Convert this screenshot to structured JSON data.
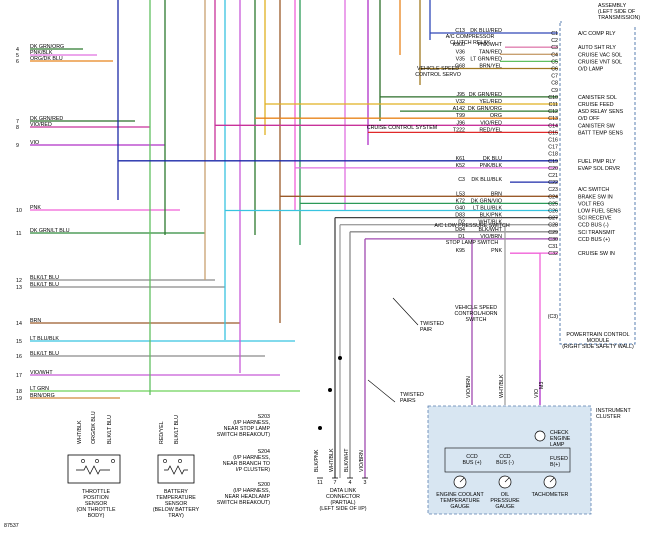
{
  "diagram_id": "87537",
  "transmission_assembly": [
    "ASSEMBLY",
    "(LEFT SIDE OF",
    "TRANSMISSION)"
  ],
  "pcm": {
    "title_lines": [
      "POWERTRAIN CONTROL",
      "MODULE",
      "(RIGHT SIDE SAFETY WALL)"
    ],
    "functions": [
      "A/C COMP RLY",
      "AUTO SHT RLY",
      "CRUISE VAC SOL",
      "CRUISE VNT SOL",
      "O/D LAMP",
      "CANISTER SOL",
      "CRUISE FEED",
      "ASD RELAY SENS",
      "O/D OFF",
      "CANISTER SW",
      "BATT TEMP SENS",
      "FUEL PMP RLY",
      "EVAP SOL DRVR",
      "A/C SWITCH",
      "BRAKE SW IN",
      "VOLT REG",
      "LOW FUEL SENS",
      "SCI RECEIVE",
      "CCD BUS (-)",
      "SCI TRANSMIT",
      "CCD BUS (+)",
      "CRUISE SW IN"
    ],
    "pins": [
      {
        "pin": "C1",
        "circuit": "C13",
        "wire": "DK BLU/RED",
        "dest": "A/C COMPRESSOR|CLUTCH RELAY"
      },
      {
        "pin": "C2",
        "circuit": "",
        "wire": "",
        "dest": ""
      },
      {
        "pin": "C3",
        "circuit": "K900",
        "wire": "PNK/WHT",
        "dest": ""
      },
      {
        "pin": "C4",
        "circuit": "V36",
        "wire": "TAN/RED",
        "dest": "VEHICLE SPEED|CONTROL SERVO"
      },
      {
        "pin": "C5",
        "circuit": "V35",
        "wire": "LT GRN/RED",
        "dest": ""
      },
      {
        "pin": "C6",
        "circuit": "G68",
        "wire": "BRN/YEL",
        "dest": ""
      },
      {
        "pin": "C7",
        "circuit": "",
        "wire": "",
        "dest": ""
      },
      {
        "pin": "C8",
        "circuit": "",
        "wire": "",
        "dest": ""
      },
      {
        "pin": "C9",
        "circuit": "",
        "wire": "",
        "dest": ""
      },
      {
        "pin": "C10",
        "circuit": "J95",
        "wire": "DK GRN/RED",
        "dest": ""
      },
      {
        "pin": "C11",
        "circuit": "V32",
        "wire": "YEL/RED",
        "dest": "CRUISE CONTROL SYSTEM"
      },
      {
        "pin": "C12",
        "circuit": "A142",
        "wire": "DK GRN/ORG",
        "dest": ""
      },
      {
        "pin": "C13",
        "circuit": "T99",
        "wire": "ORG",
        "dest": ""
      },
      {
        "pin": "C14",
        "circuit": "J96",
        "wire": "VIO/RED",
        "dest": ""
      },
      {
        "pin": "C15",
        "circuit": "T222",
        "wire": "RED/YEL",
        "dest": ""
      },
      {
        "pin": "C16",
        "circuit": "",
        "wire": "",
        "dest": ""
      },
      {
        "pin": "C17",
        "circuit": "",
        "wire": "",
        "dest": ""
      },
      {
        "pin": "C18",
        "circuit": "",
        "wire": "",
        "dest": ""
      },
      {
        "pin": "C19",
        "circuit": "K61",
        "wire": "DK BLU",
        "dest": ""
      },
      {
        "pin": "C20",
        "circuit": "K52",
        "wire": "PNK/BLK",
        "dest": ""
      },
      {
        "pin": "C21",
        "circuit": "",
        "wire": "",
        "dest": ""
      },
      {
        "pin": "C22",
        "circuit": "C3",
        "wire": "DK BLU/BLK",
        "dest": "A/C LOW PRESSURE SWITCH"
      },
      {
        "pin": "C23",
        "circuit": "",
        "wire": "",
        "dest": ""
      },
      {
        "pin": "C24",
        "circuit": "L53",
        "wire": "BRN",
        "dest": ""
      },
      {
        "pin": "C25",
        "circuit": "K72",
        "wire": "DK GRN/VIO",
        "dest": "STOP LAMP SWITCH"
      },
      {
        "pin": "C26",
        "circuit": "G40",
        "wire": "LT BLU/BLK",
        "dest": ""
      },
      {
        "pin": "C27",
        "circuit": "D83",
        "wire": "BLK/PNK",
        "dest": ""
      },
      {
        "pin": "C28",
        "circuit": "D2",
        "wire": "WHT/BLK",
        "dest": ""
      },
      {
        "pin": "C29",
        "circuit": "D84",
        "wire": "BLK/WHT",
        "dest": ""
      },
      {
        "pin": "C30",
        "circuit": "D1",
        "wire": "VIO/BRN",
        "dest": ""
      },
      {
        "pin": "C31",
        "circuit": "",
        "wire": "",
        "dest": ""
      },
      {
        "pin": "C32",
        "circuit": "K95",
        "wire": "PNK",
        "dest": "VEHICLE SPEED|CONTROL/HORN|SWITCH"
      }
    ],
    "connector_tag": "(C3)"
  },
  "left_pins": [
    {
      "num": "4",
      "wire": "DK GRN/ORG"
    },
    {
      "num": "5",
      "wire": "PNK/BLK"
    },
    {
      "num": "6",
      "wire": "ORG/DK BLU"
    },
    {
      "num": "7",
      "wire": "DK GRN/RED"
    },
    {
      "num": "8",
      "wire": "VIO/RED"
    },
    {
      "num": "9",
      "wire": "VIO"
    },
    {
      "num": "10",
      "wire": "PNK"
    },
    {
      "num": "11",
      "wire": "DK GRN/LT BLU"
    },
    {
      "num": "12",
      "wire": "BLK/LT BLU"
    },
    {
      "num": "13",
      "wire": "BLK/LT BLU"
    },
    {
      "num": "14",
      "wire": "BRN"
    },
    {
      "num": "15",
      "wire": "LT BLU/BLK"
    },
    {
      "num": "16",
      "wire": "BLK/LT BLU"
    },
    {
      "num": "17",
      "wire": "VIO/WHT"
    },
    {
      "num": "18",
      "wire": "LT GRN"
    },
    {
      "num": "19",
      "wire": "BRN/ORG"
    }
  ],
  "twisted_pair_1": [
    "TWISTED",
    "PAIR"
  ],
  "twisted_pair_2": [
    "TWISTED",
    "PAIRS"
  ],
  "splices": [
    {
      "id": "S203",
      "lines": [
        "S203",
        "(I/P HARNESS,",
        "NEAR STOP LAMP",
        "SWITCH BREAKOUT)"
      ]
    },
    {
      "id": "S204",
      "lines": [
        "S204",
        "(I/P HARNESS,",
        "NEAR BRANCH TO",
        "I/P CLUSTER)"
      ]
    },
    {
      "id": "S200",
      "lines": [
        "S200",
        "(I/P HARNESS,",
        "NEAR HEADLAMP",
        "SWITCH BREAKOUT)"
      ]
    }
  ],
  "throttle_sensor": {
    "lines": [
      "THROTTLE",
      "POSITION",
      "SENSOR",
      "(ON THROTTLE",
      "BODY)"
    ],
    "wires": [
      "WHT/BLK",
      "ORG/DK BLU",
      "BLK/LT BLU"
    ]
  },
  "battery_sensor": {
    "lines": [
      "BATTERY",
      "TEMPERATURE",
      "SENSOR",
      "(BELOW BATTERY",
      "TRAY)"
    ],
    "wires": [
      "RED/YEL",
      "BLK/LT BLU"
    ]
  },
  "dlc": {
    "lines": [
      "DATA LINK",
      "CONNECTOR",
      "(PARTIAL)",
      "(LEFT SIDE OF I/P)"
    ],
    "wires": [
      "BLK/PNK",
      "WHT/BLK",
      "BLK/WHT",
      "VIO/BRN"
    ],
    "pins": [
      "11",
      "7",
      "4",
      "3"
    ]
  },
  "cluster": {
    "title": [
      "INSTRUMENT",
      "CLUSTER"
    ],
    "wires": [
      "VIO/BRN",
      "WHT/BLK",
      "VIO"
    ],
    "pin_top": "M3",
    "ccd_pos": [
      "CCD",
      "BUS (+)"
    ],
    "ccd_neg": [
      "CCD",
      "BUS (-)"
    ],
    "check_engine": [
      "CHECK",
      "ENGINE",
      "LAMP"
    ],
    "fused": [
      "FUSED",
      "B(+)"
    ],
    "gauges": [
      {
        "id": "coolant",
        "lines": [
          "ENGINE COOLANT",
          "TEMPERATURE",
          "GAUGE"
        ]
      },
      {
        "id": "oil",
        "lines": [
          "OIL",
          "PRESSURE",
          "GAUGE"
        ]
      },
      {
        "id": "tach",
        "lines": [
          "TACHOMETER"
        ]
      }
    ]
  },
  "wire_colors": {
    "dk_grn_org": "#2c7a2e",
    "pnk_blk": "#e070e0",
    "org_dk_blu": "#e8841c",
    "dk_grn_red": "#2c6e2a",
    "vio_red": "#c8329a",
    "vio": "#b030c8",
    "pnk": "#f060d8",
    "dk_grn_lt_blu": "#2f8a3a",
    "blk_lt_blu": "#8a8a8a",
    "brn": "#9a5a2a",
    "lt_blu_blk": "#38c4e0",
    "vio_wht": "#c85ad8",
    "lt_grn": "#6ed25a",
    "brn_org": "#d08a3a",
    "dk_blu": "#1c2aa8",
    "dk_blu_red": "#3048b8",
    "brn_yel": "#a07820",
    "tan_red": "#c8a070",
    "lt_grn_red": "#60c060",
    "red_yel": "#e02a2a",
    "yel_red": "#e0b020",
    "dk_grn_vio": "#2c9a58",
    "wht_blk": "#a0a0a0",
    "blk_pnk": "#444444",
    "vio_brn": "#a04ab0",
    "red_yel_bat": "#e03030",
    "cluster_fill": "#d8e6f2",
    "module_border": "#5a7fb0"
  }
}
